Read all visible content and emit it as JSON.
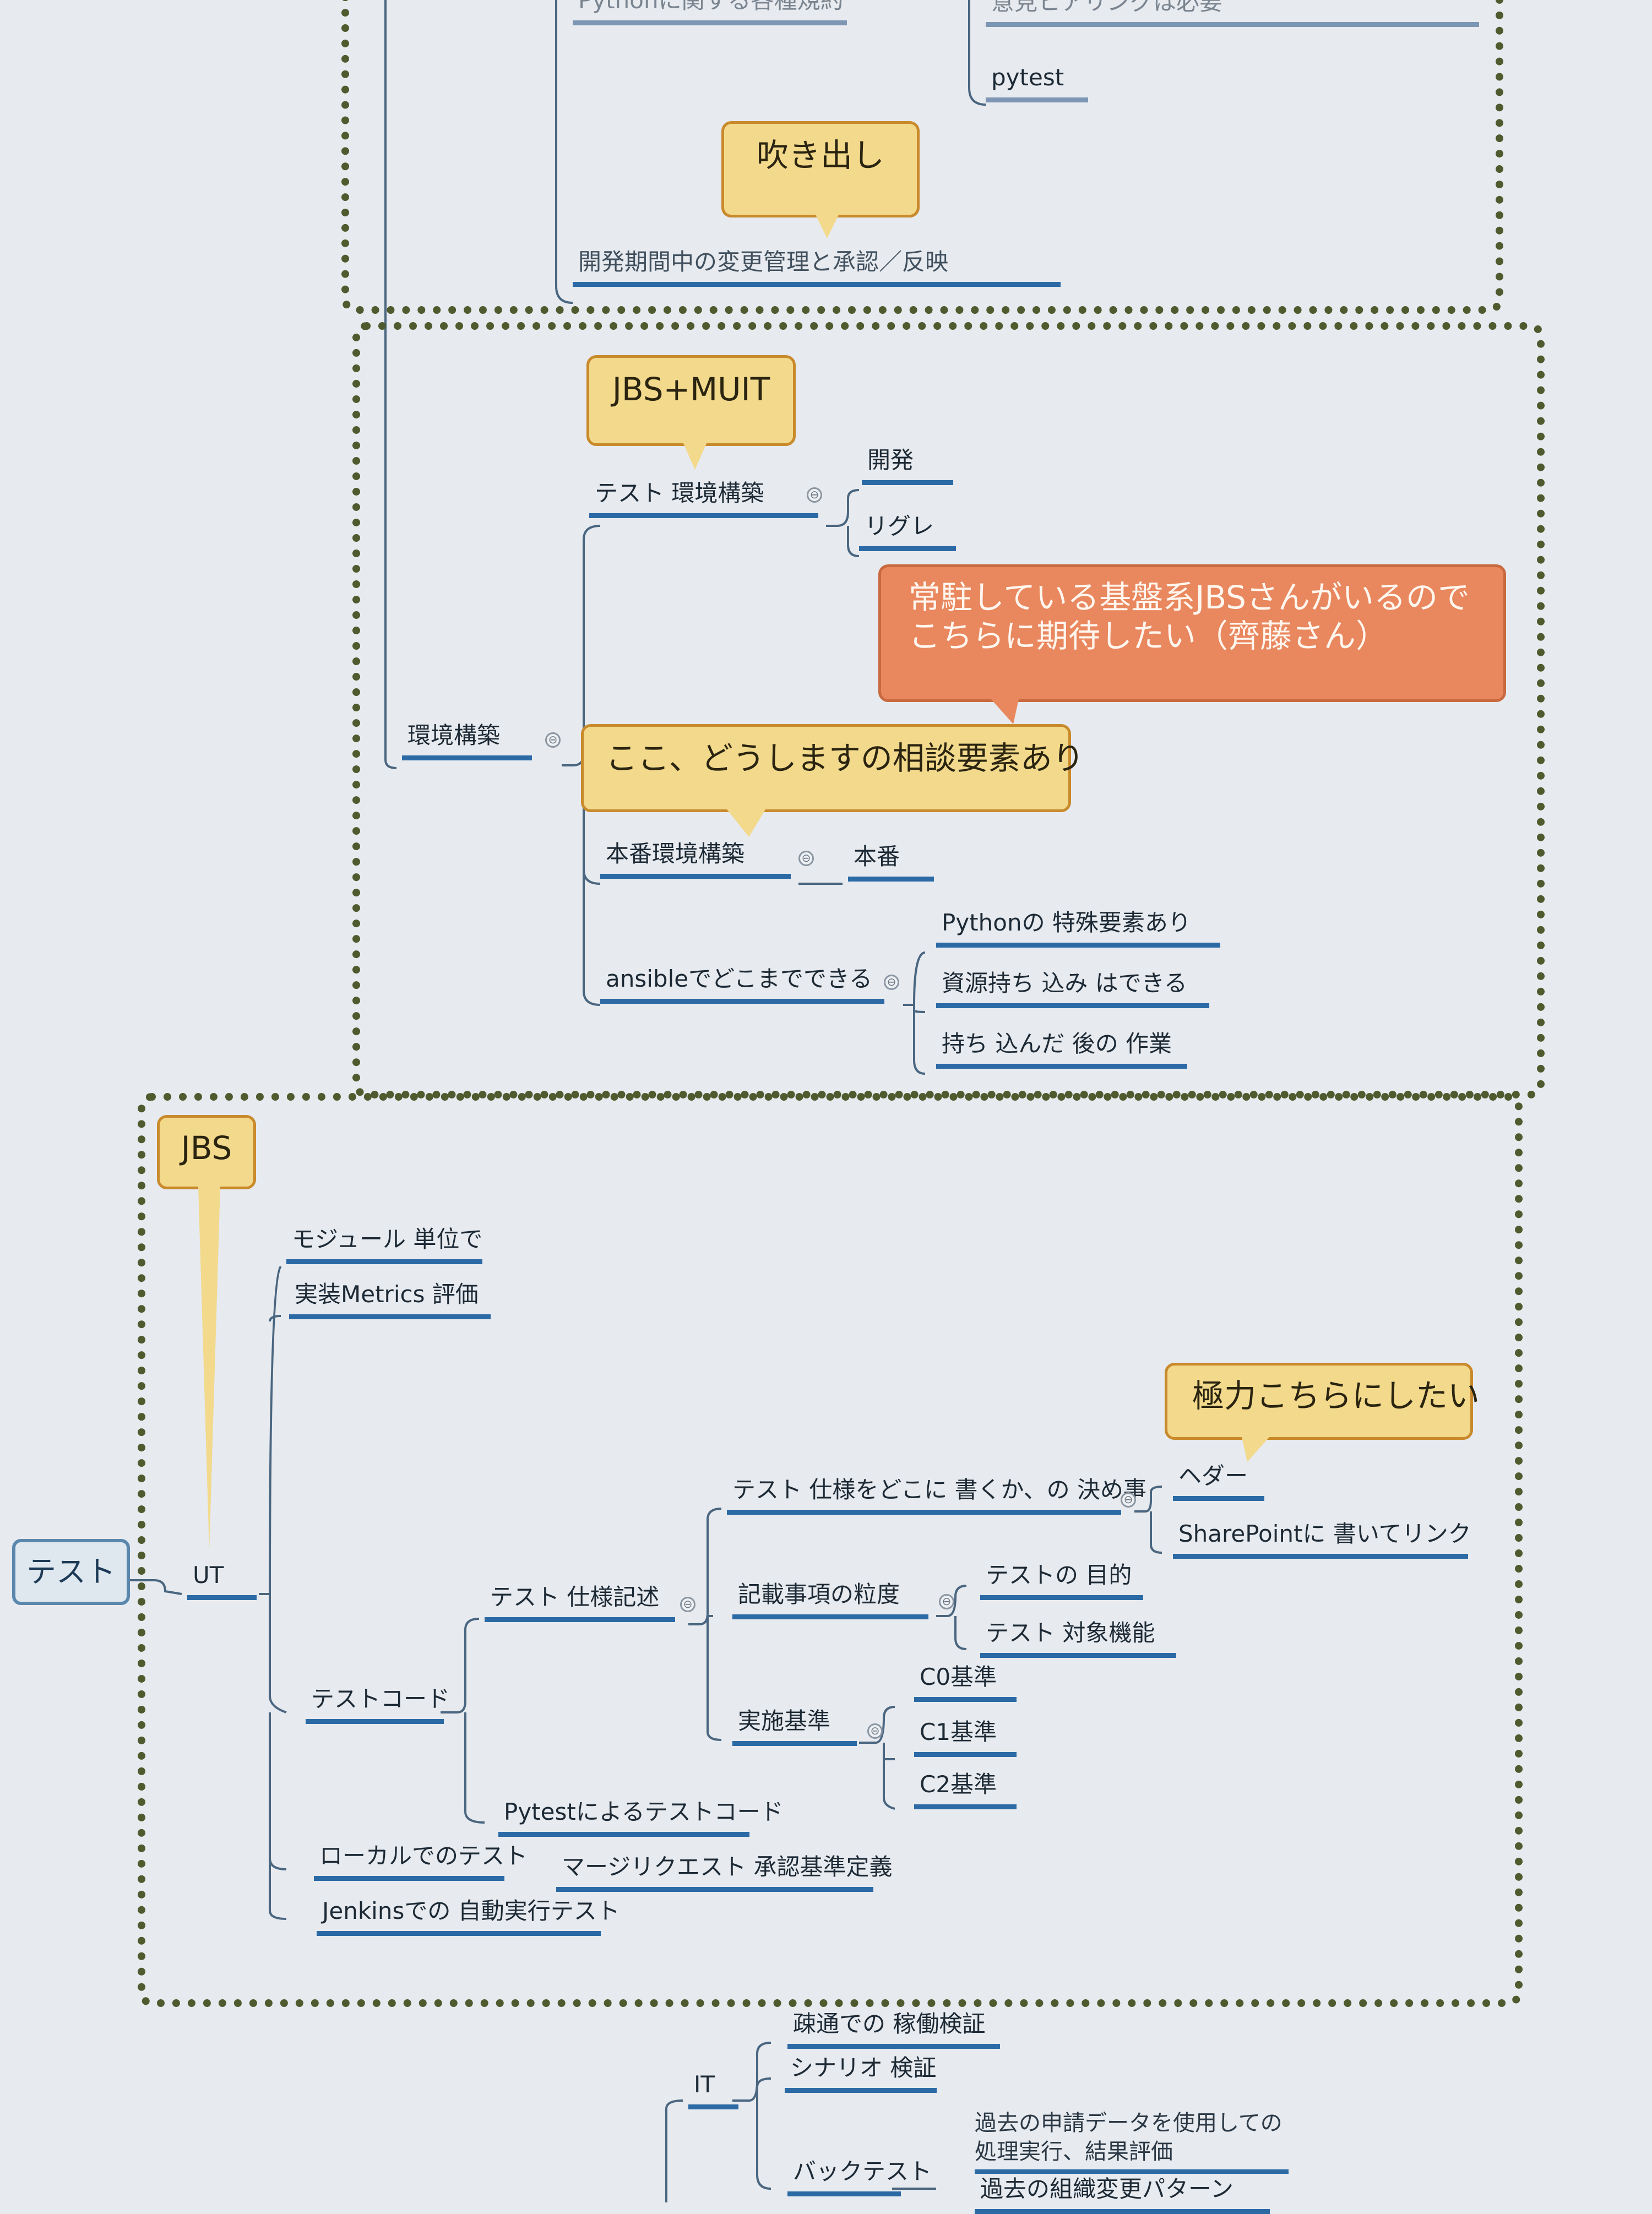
{
  "colors": {
    "branch": "#2c6aa6",
    "callout_yellow": "#f2d98c",
    "callout_orange": "#e9875e",
    "group_border": "#4f5a2e",
    "background": "#e7eaee"
  },
  "top_group": {
    "items": [
      "Pythonに関する各種規約",
      "意見ヒアリングは必要",
      "pytest",
      "開発期間中の変更管理と承認／反映"
    ],
    "callout": "吹き出し"
  },
  "env_group": {
    "main": "環境構築",
    "test_env": "テスト 環境構築",
    "test_env_children": [
      "開発",
      "リグレ"
    ],
    "prod_env": "本番環境構築",
    "prod_child": "本番",
    "ansible": "ansibleでどこまでできる",
    "ansible_children": [
      "Pythonの 特殊要素あり",
      "資源持ち 込み はできる",
      "持ち 込んだ 後の 作業"
    ],
    "callout_jbs_muit": "JBS+MUIT",
    "callout_jbs_line1": "常駐している基盤系JBSさんがいるので",
    "callout_jbs_line2": "こちらに期待したい（齊藤さん）",
    "callout_consult": "ここ、どうしますの相談要素あり"
  },
  "root": {
    "label": "テスト"
  },
  "ut_group": {
    "ut": "UT",
    "callout": "JBS",
    "module": "モジュール 単位で",
    "metrics": "実装Metrics 評価",
    "test_code": "テストコード",
    "spec": "テスト 仕様記述",
    "where": "テスト 仕様をどこに 書くか、の 決め事",
    "where_children": [
      "ヘダー",
      "SharePointに 書いてリンク"
    ],
    "callout_prefer": "極力こちらにしたい",
    "granularity": "記載事項の粒度",
    "granularity_children": [
      "テストの 目的",
      "テスト 対象機能"
    ],
    "criteria": "実施基準",
    "criteria_children": [
      "C0基準",
      "C1基準",
      "C2基準"
    ],
    "pytest_code": "Pytestによるテストコード",
    "local": "ローカルでのテスト",
    "merge": "マージリクエスト 承認基準定義",
    "jenkins": "Jenkinsでの 自動実行テスト"
  },
  "it_group": {
    "it": "IT",
    "items": [
      "疎通での 稼働検証",
      "シナリオ 検証",
      "バックテスト"
    ],
    "back_children": [
      "過去の申請データを使用しての",
      "処理実行、結果評価",
      "過去の組織変更パターン"
    ]
  }
}
